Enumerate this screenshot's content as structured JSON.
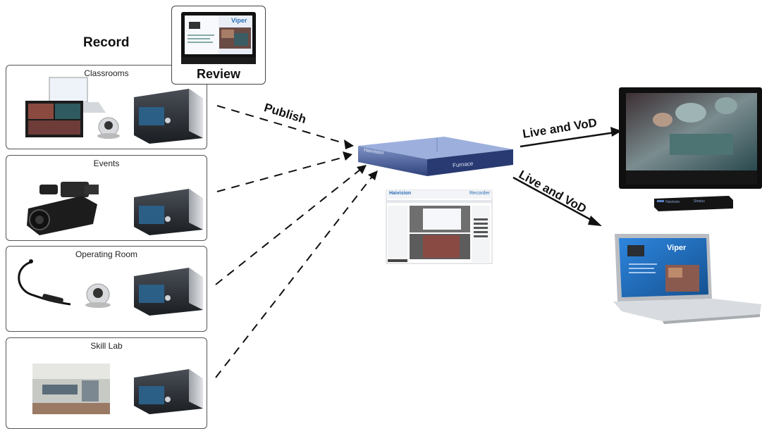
{
  "record_title": "Record",
  "review": {
    "label": "Review",
    "screen_brand": "Viper"
  },
  "panels": [
    {
      "label": "Classrooms"
    },
    {
      "label": "Events"
    },
    {
      "label": "Operating Room"
    },
    {
      "label": "Skill Lab"
    }
  ],
  "arrows": {
    "publish": "Publish",
    "live_vod_1": "Live and VoD",
    "live_vod_2": "Live and VoD"
  },
  "server": {
    "brand": "Haivision",
    "model": "Furnace"
  },
  "web_ui": {
    "brand": "Haivision",
    "app": "Recorder"
  },
  "laptop_screen": {
    "brand": "Viper"
  },
  "settop": {
    "brand": "Haivision",
    "model": "Stratus"
  },
  "colors": {
    "device_dark": "#1e2125",
    "device_silver": "#b9bcc0",
    "server_blue": "#3a4f8f",
    "laptop_blue": "#1f6fc4"
  }
}
